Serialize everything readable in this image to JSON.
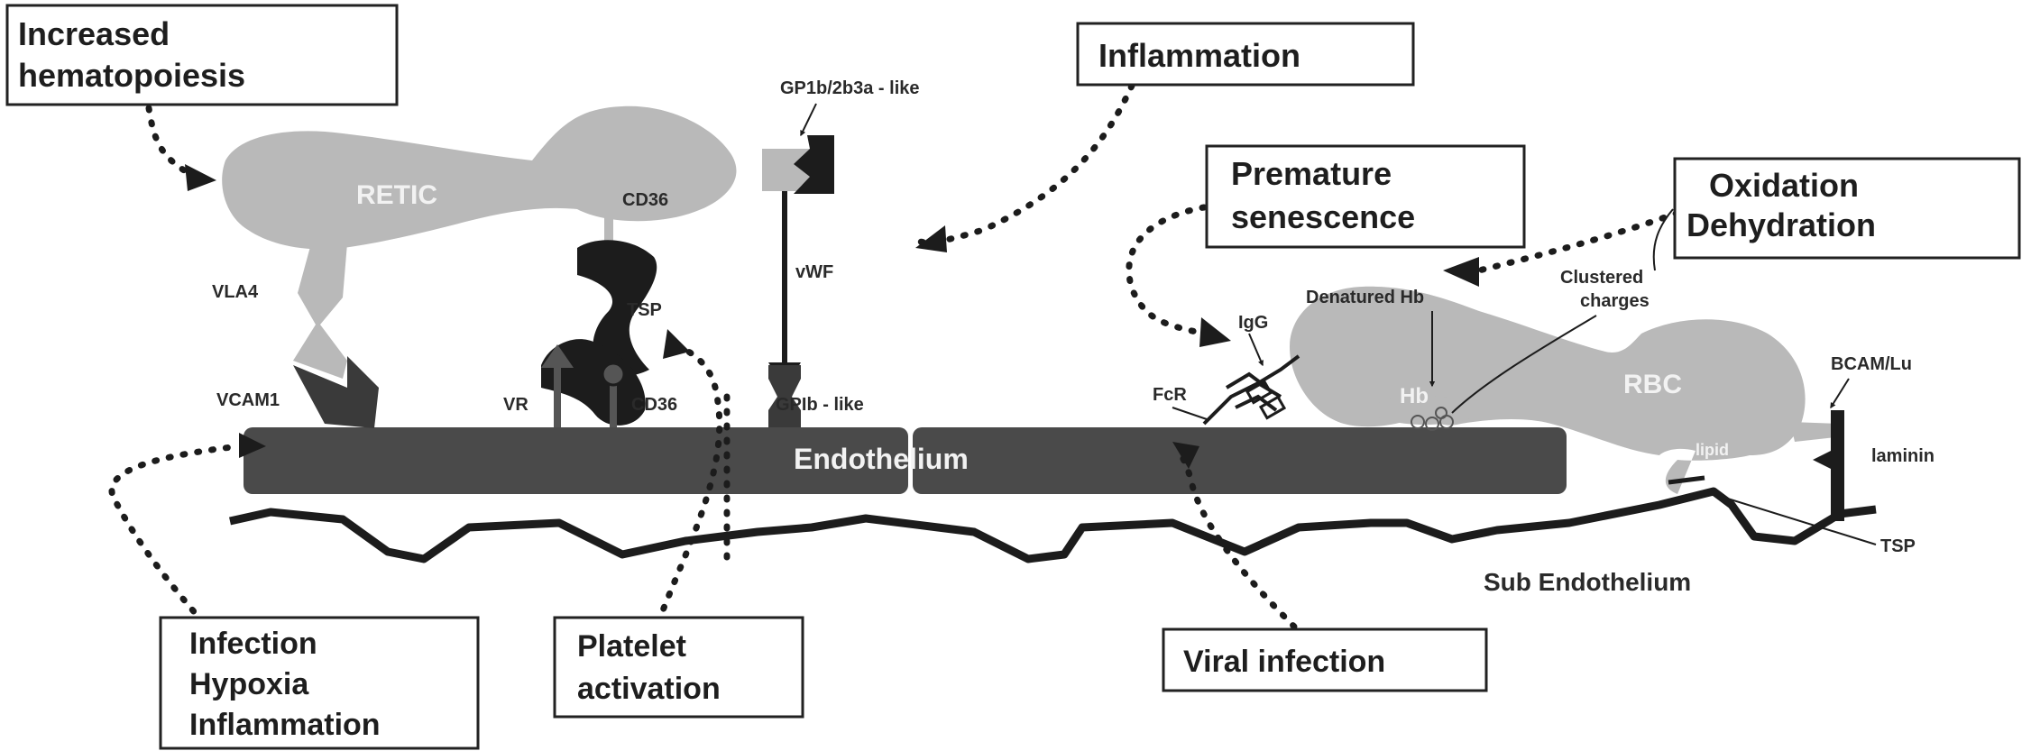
{
  "colors": {
    "cell": "#b9b9b9",
    "endothelium": "#4a4a4a",
    "dark": "#1c1c1c",
    "box_border": "#222222",
    "white_label": "#f2f2f2"
  },
  "boxes": {
    "increased_hematopoiesis": [
      "Increased",
      "hematopoiesis"
    ],
    "inflammation": [
      "Inflammation"
    ],
    "premature_senescence": [
      "Premature",
      "senescence"
    ],
    "oxidation_dehydration": [
      "Oxidation",
      "Dehydration"
    ],
    "infection_hypoxia_inflammation": [
      "Infection",
      "Hypoxia",
      "Inflammation"
    ],
    "platelet_activation": [
      "Platelet",
      "activation"
    ],
    "viral_infection": [
      "Viral infection"
    ]
  },
  "labels": {
    "retic": "RETIC",
    "rbc": "RBC",
    "hb": "Hb",
    "lipid": "lipid",
    "endothelium": "Endothelium",
    "sub_endothelium": "Sub Endothelium",
    "gp1b2b3a": "GP1b/2b3a - like",
    "cd36_top": "CD36",
    "cd36_bottom": "CD36",
    "vla4": "VLA4",
    "vcam1": "VCAM1",
    "tsp_left": "TSP",
    "tsp_right": "TSP",
    "vr": "VR",
    "vwf": "vWF",
    "gp1b_like": "GPIb - like",
    "fcr": "FcR",
    "igg": "IgG",
    "denatured_hb": "Denatured Hb",
    "clustered_charges": [
      "Clustered",
      "charges"
    ],
    "bcam_lu": "BCAM/Lu",
    "laminin": "laminin"
  },
  "icons": [
    "retic-cell-shape",
    "rbc-cell-shape",
    "endothelium-bar",
    "receptor-glyph",
    "dotted-arrow"
  ]
}
